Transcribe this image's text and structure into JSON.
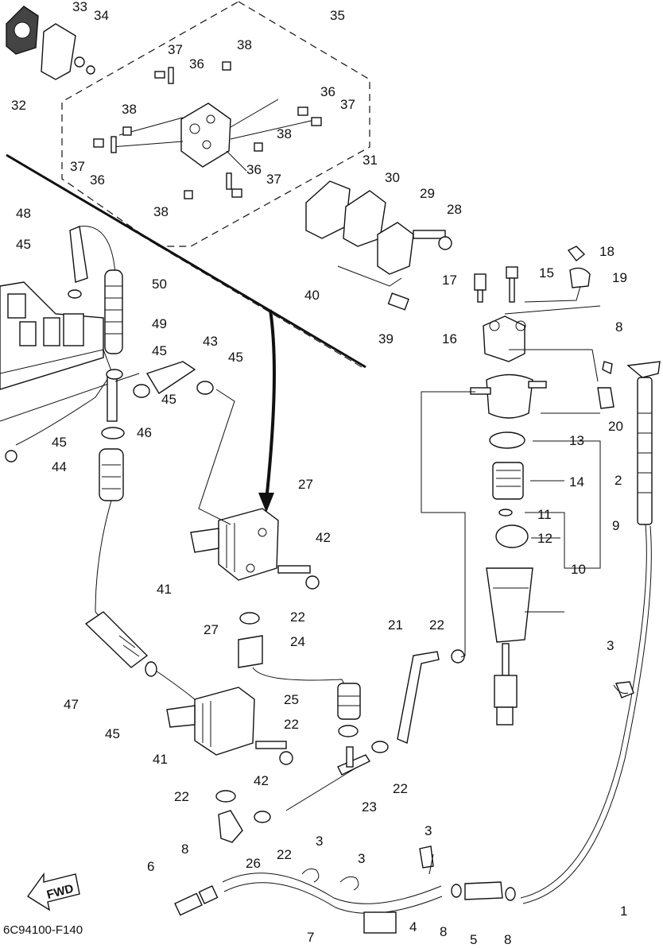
{
  "caption": "6C94100-F140",
  "fwd_label": "FWD",
  "callouts": [
    "1",
    "2",
    "3",
    "4",
    "5",
    "6",
    "7",
    "8",
    "9",
    "10",
    "11",
    "12",
    "13",
    "14",
    "15",
    "16",
    "17",
    "18",
    "19",
    "20",
    "21",
    "22",
    "23",
    "24",
    "25",
    "26",
    "27",
    "28",
    "29",
    "30",
    "31",
    "32",
    "33",
    "34",
    "35",
    "36",
    "37",
    "38",
    "39",
    "40",
    "41",
    "42",
    "43",
    "44",
    "45",
    "46",
    "47",
    "48",
    "49",
    "50"
  ]
}
